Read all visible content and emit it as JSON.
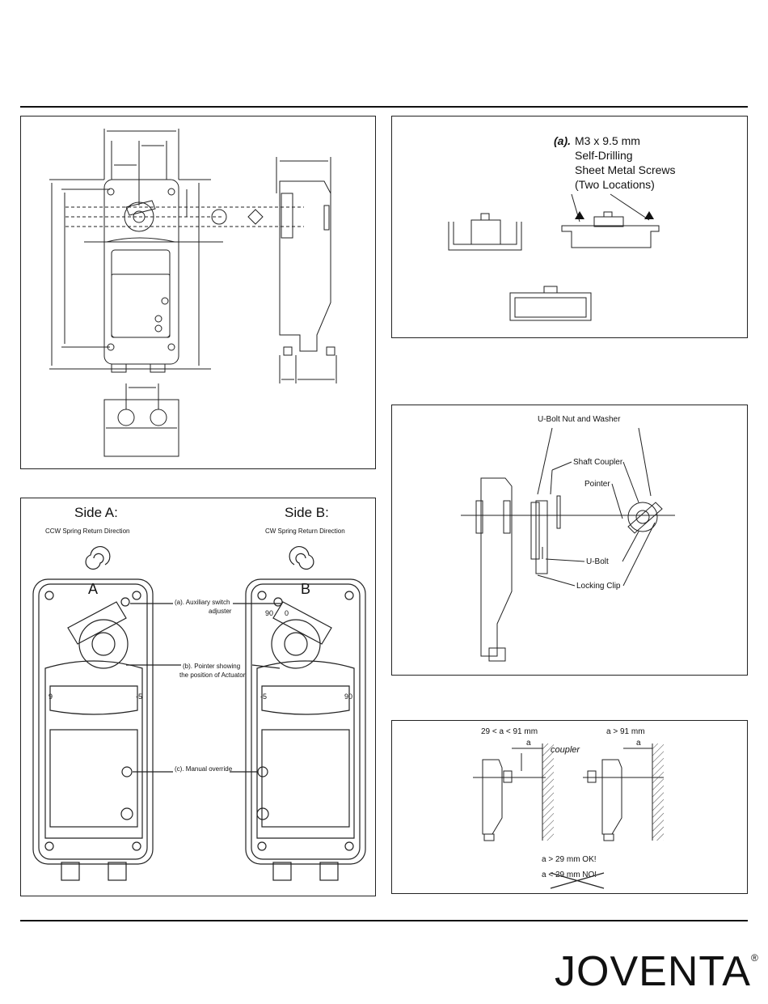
{
  "screw_panel": {
    "label_a": "(a).",
    "line1": "M3 x 9.5 mm",
    "line2": "Self-Drilling",
    "line3": "Sheet Metal Screws",
    "line4": "(Two Locations)"
  },
  "sides_panel": {
    "side_a_title": "Side A:",
    "side_a_sub": "CCW Spring Return Direction",
    "side_b_title": "Side B:",
    "side_b_sub": "CW Spring Return Direction",
    "letter_a": "A",
    "letter_b": "B",
    "callout_a": "(a). Auxiliary switch",
    "callout_a2": "adjuster",
    "callout_b": "(b). Pointer showing",
    "callout_b2": "the position of Actuator",
    "callout_c": "(c). Manual override",
    "scale_a_left": "9",
    "scale_a_right": "-5",
    "scale_b_left": "-5",
    "scale_b_right": "90",
    "switch_b_left": "90",
    "switch_b_right": "0"
  },
  "coupler_panel": {
    "ubolt_nut": "U-Bolt Nut and Washer",
    "shaft_coupler": "Shaft Coupler",
    "pointer": "Pointer",
    "ubolt": "U-Bolt",
    "locking_clip": "Locking Clip"
  },
  "distance_panel": {
    "range1": "29 < a < 91 mm",
    "range2": "a > 91 mm",
    "a1": "a",
    "a2": "a",
    "coupler": "coupler",
    "ok": "a > 29 mm OK!",
    "no": "a < 29 mm NO!"
  },
  "brand": {
    "name": "JOVENTA",
    "mark": "®"
  }
}
